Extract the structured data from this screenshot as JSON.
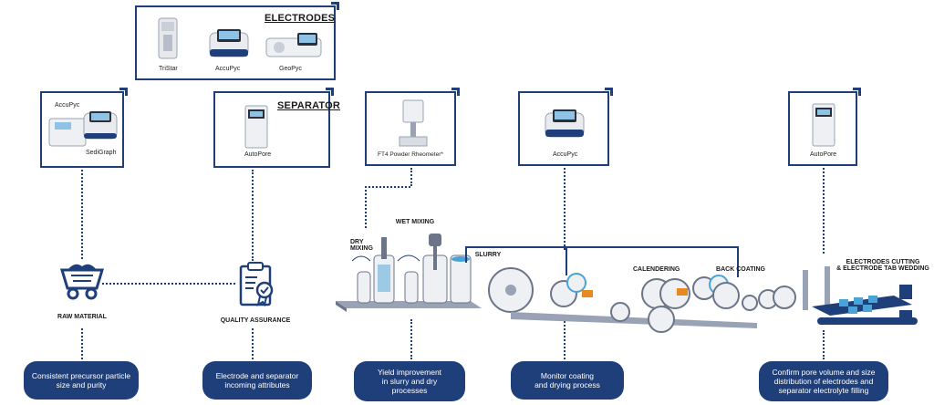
{
  "colors": {
    "navy": "#1f3f7a",
    "accent_light": "#4aa3d8",
    "grey": "#9aa3b5"
  },
  "boxes": {
    "electrodes": {
      "title": "ELECTRODES",
      "instruments": [
        "TriStar",
        "AccuPyc",
        "GeoPyc"
      ]
    },
    "raw": {
      "instruments": [
        "AccuPyc",
        "SediGraph"
      ]
    },
    "separator": {
      "title": "SEPARATOR",
      "instruments": [
        "AutoPore"
      ]
    },
    "rheometer": {
      "instruments": [
        "FT4 Powder Rheometer*"
      ]
    },
    "coating": {
      "instruments": [
        "AccuPyc"
      ]
    },
    "assembly": {
      "instruments": [
        "AutoPore"
      ]
    }
  },
  "steps": {
    "raw_material": "RAW MATERIAL",
    "quality_assurance": "QUALITY ASSURANCE",
    "dry_mixing": "DRY\nMIXING",
    "wet_mixing": "WET MIXING",
    "slurry": "SLURRY",
    "calendering": "CALENDERING",
    "back_coating": "BACK COATING",
    "cutting": "ELECTRODES CUTTING\n& ELECTRODE TAB WEDDING"
  },
  "pills": [
    {
      "text": "Consistent precursor particle\nsize and purity"
    },
    {
      "text": "Electrode and separator\nincoming attributes"
    },
    {
      "text": "Yield improvement\nin slurry and dry\nprocesses"
    },
    {
      "text": "Monitor coating\nand drying process"
    },
    {
      "text": "Confirm pore volume and size\ndistribution of electrodes and\nseparator electrolyte filling"
    }
  ]
}
